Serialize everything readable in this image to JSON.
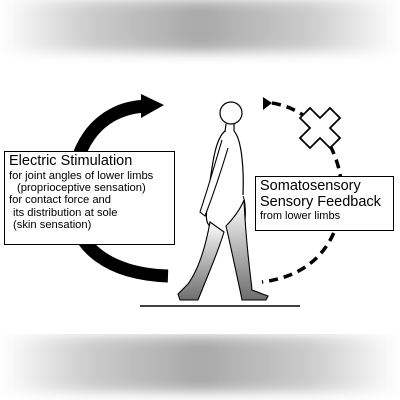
{
  "stimulation_box": {
    "title": "Electric Stimulation",
    "line1": "for joint angles of lower limbs",
    "line2": "(proprioceptive sensation)",
    "line3": "for contact force and",
    "line4": "its distribution at sole",
    "line5": "(skin sensation)"
  },
  "feedback_box": {
    "title1": "Somatosensory",
    "title2": "Sensory Feedback",
    "line1": "from lower limbs"
  },
  "colors": {
    "arrow": "#000000",
    "cross_fill": "#ffffff",
    "legs_shade": "#6e6e6e",
    "blur_band": "#a0a0a0"
  },
  "icons": {
    "stimulation_arrow": "curved-solid-arrow",
    "feedback_arrow": "curved-dashed-arrow",
    "blocked_marker": "cross-icon",
    "figure": "walking-person-icon"
  }
}
